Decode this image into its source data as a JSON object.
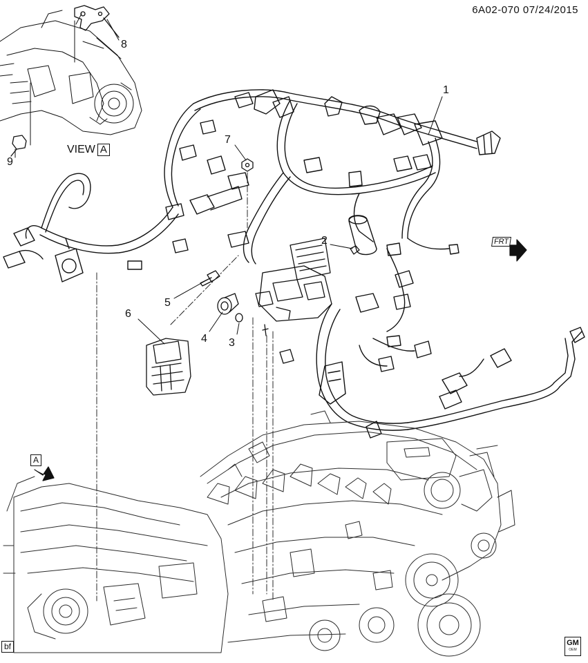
{
  "header": {
    "ref": "6A02-070 07/24/2015"
  },
  "view": {
    "label": "VIEW",
    "letter": "A"
  },
  "view_arrow_letter": "A",
  "frt": {
    "label": "FRT"
  },
  "footer": {
    "code": "bf",
    "logo_main": "GM",
    "logo_sub": "OEM"
  },
  "callouts": [
    {
      "id": "1",
      "part": "harness"
    },
    {
      "id": "2",
      "part": "clip"
    },
    {
      "id": "3",
      "part": "grommet"
    },
    {
      "id": "4",
      "part": "sensor"
    },
    {
      "id": "5",
      "part": "bolt"
    },
    {
      "id": "6",
      "part": "fuse-block"
    },
    {
      "id": "7",
      "part": "nut"
    },
    {
      "id": "8",
      "part": "bracket"
    },
    {
      "id": "9",
      "part": "clip"
    }
  ],
  "colors": {
    "line": "#111111",
    "engine": "#2a2a2a",
    "bg": "#ffffff"
  }
}
